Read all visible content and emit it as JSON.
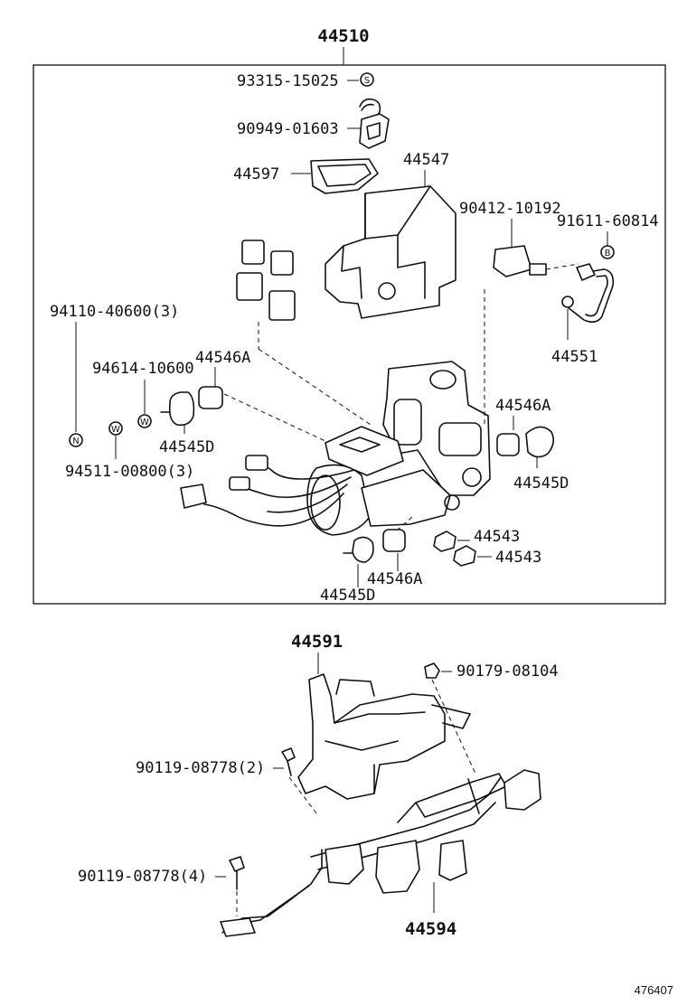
{
  "assembly": {
    "number": "44510"
  },
  "labels": {
    "p93315": "93315-15025",
    "p90949": "90949-01603",
    "p44597": "44597",
    "p44547": "44547",
    "p90412": "90412-10192",
    "p91611": "91611-60814",
    "p94110": "94110-40600(3)",
    "p44551": "44551",
    "p94614": "94614-10600",
    "p44546a_left": "44546A",
    "p44545d_left": "44545D",
    "p94511": "94511-00800(3)",
    "p44546a_right": "44546A",
    "p44545d_right": "44545D",
    "p44543_a": "44543",
    "p44543_b": "44543",
    "p44546a_bottom": "44546A",
    "p44545d_bottom": "44545D",
    "p44591": "44591",
    "p90179": "90179-08104",
    "p90119_2": "90119-08778(2)",
    "p90119_4": "90119-08778(4)",
    "p44594": "44594"
  },
  "symbols": {
    "s": "S",
    "b": "B",
    "n": "N",
    "w": "W"
  },
  "catalog_number": "476407"
}
